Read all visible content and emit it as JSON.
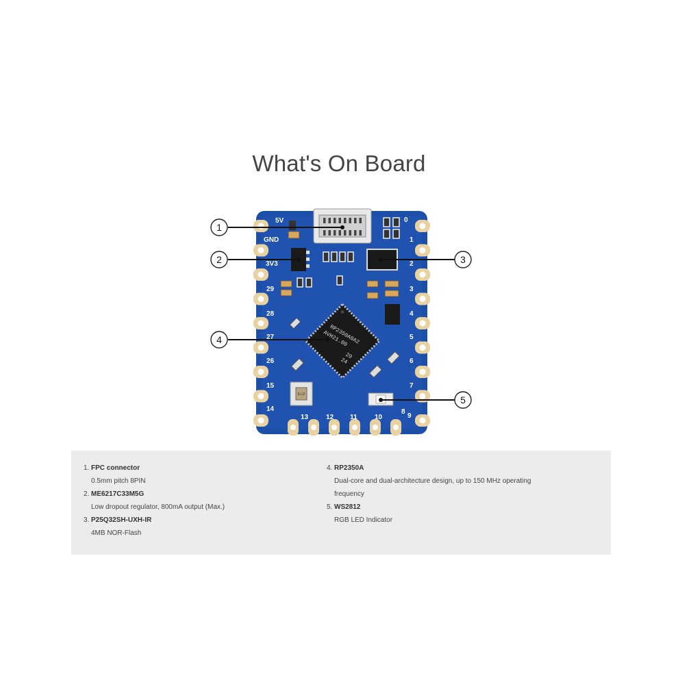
{
  "title": "What's On Board",
  "board": {
    "silk": {
      "v5": "5V",
      "gnd": "GND",
      "v33": "3V3",
      "left_pins": [
        "29",
        "28",
        "27",
        "26",
        "15",
        "14"
      ],
      "right_pins": [
        "0",
        "1",
        "2",
        "3",
        "4",
        "5",
        "6",
        "7",
        "8",
        "9"
      ],
      "bottom_pins": [
        "13",
        "12",
        "11",
        "10"
      ]
    },
    "chip_marking": [
      "RP2350A0A2",
      "AVH21.00",
      "29",
      "24"
    ],
    "flash_marking": "ILLD",
    "callouts": [
      "1",
      "2",
      "3",
      "4",
      "5"
    ],
    "colors": {
      "pcb": "#1c4fa8",
      "pad": "#e8d2a2",
      "chip": "#222222"
    }
  },
  "components": [
    {
      "num": "1.",
      "name": "FPC connector",
      "desc": [
        "0.5mm pitch 8PIN"
      ]
    },
    {
      "num": "2.",
      "name": "ME6217C33M5G",
      "desc": [
        "Low dropout regulator, 800mA output (Max.)"
      ]
    },
    {
      "num": "3.",
      "name": "P25Q32SH-UXH-IR",
      "desc": [
        "4MB NOR-Flash"
      ]
    },
    {
      "num": "4.",
      "name": "RP2350A",
      "desc": [
        "Dual-core and dual-architecture design, up to 150 MHz operating",
        "frequency"
      ]
    },
    {
      "num": "5.",
      "name": "WS2812",
      "desc": [
        "RGB LED Indicator"
      ]
    }
  ]
}
